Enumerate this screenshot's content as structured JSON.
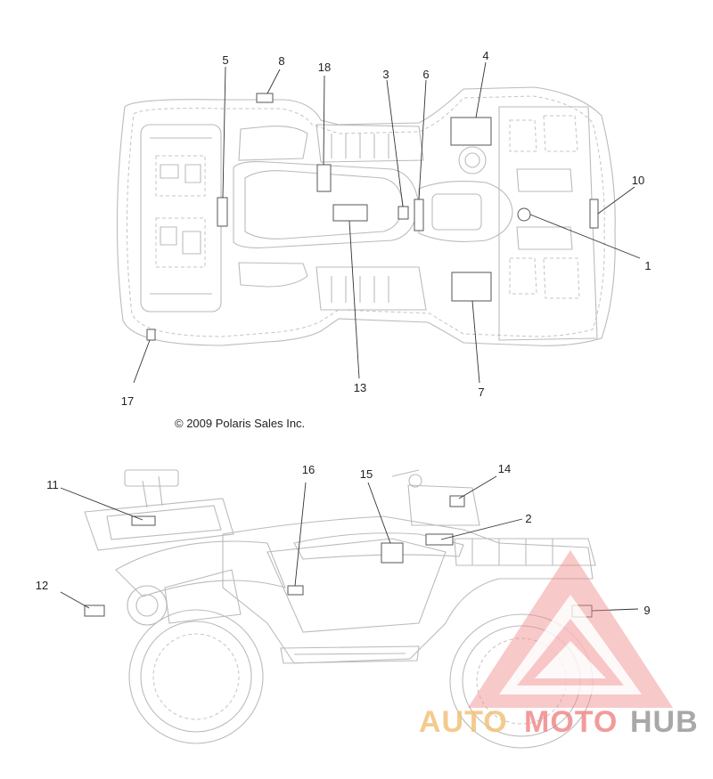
{
  "copyright": "© 2009 Polaris Sales Inc.",
  "watermark": {
    "part1": "AUTO",
    "part2": "MOTO",
    "part3": "HUB",
    "color_gold": "#f2c27a",
    "color_red": "#f08a8a",
    "color_gray": "#9a9a9a"
  },
  "callouts": {
    "c1": "1",
    "c2": "2",
    "c3": "3",
    "c4": "4",
    "c5": "5",
    "c6": "6",
    "c7": "7",
    "c8": "8",
    "c9": "9",
    "c10": "10",
    "c11": "11",
    "c12": "12",
    "c13": "13",
    "c14": "14",
    "c15": "15",
    "c16": "16",
    "c17": "17",
    "c18": "18"
  }
}
